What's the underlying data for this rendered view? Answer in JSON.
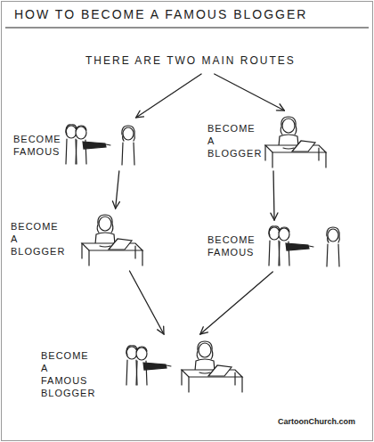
{
  "diagram": {
    "title": "HOW TO BECOME A FAMOUS BLOGGER",
    "nodes": [
      {
        "text": [
          "THERE ARE TWO MAIN ROUTES"
        ]
      },
      {
        "text": [
          "BECOME FAMOUS"
        ]
      },
      {
        "text": [
          "BECOME A BLOGGER"
        ]
      },
      {
        "text": [
          "BECOME A BLOGGER"
        ]
      },
      {
        "text": [
          "BECOME FAMOUS"
        ]
      },
      {
        "text": [
          "BECOME A FAMOUS BLOGGER"
        ]
      }
    ],
    "edges": [
      {
        "from": 0,
        "to": 1,
        "arrow": "to"
      },
      {
        "from": 0,
        "to": 2,
        "arrow": "to"
      },
      {
        "from": 1,
        "to": 3,
        "arrow": "to"
      },
      {
        "from": 2,
        "to": 4,
        "arrow": "to"
      },
      {
        "from": 3,
        "to": 5,
        "arrow": "to"
      },
      {
        "from": 4,
        "to": 5,
        "arrow": "to"
      }
    ],
    "labels": [
      "CartoonChurch.com"
    ]
  }
}
